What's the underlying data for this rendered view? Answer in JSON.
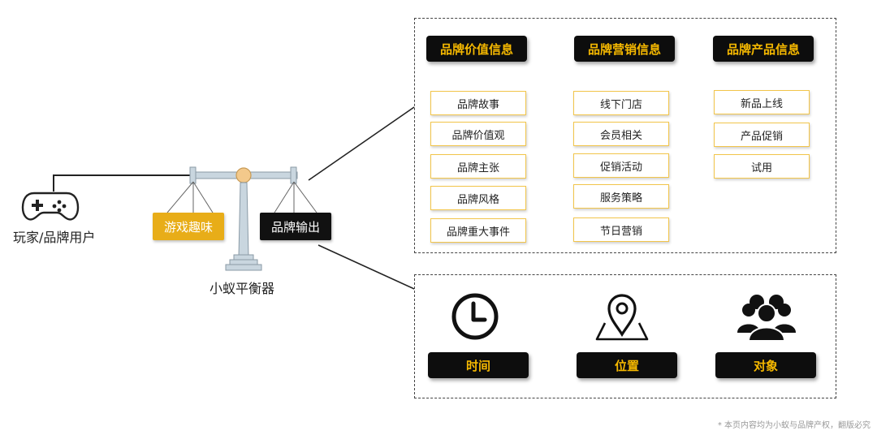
{
  "left": {
    "user_label": "玩家/品牌用户",
    "fun_label": "游戏趣味",
    "output_label": "品牌输出",
    "scale_label": "小蚁平衡器"
  },
  "top_panel": {
    "columns": [
      {
        "header": "品牌价值信息",
        "items": [
          "品牌故事",
          "品牌价值观",
          "品牌主张",
          "品牌风格",
          "品牌重大事件"
        ]
      },
      {
        "header": "品牌营销信息",
        "items": [
          "线下门店",
          "会员相关",
          "促销活动",
          "服务策略",
          "节日营销"
        ]
      },
      {
        "header": "品牌产品信息",
        "items": [
          "新品上线",
          "产品促销",
          "试用"
        ]
      }
    ]
  },
  "bottom_panel": {
    "items": [
      {
        "label": "时间",
        "icon": "clock-icon"
      },
      {
        "label": "位置",
        "icon": "location-pin-icon"
      },
      {
        "label": "对象",
        "icon": "people-group-icon"
      }
    ]
  },
  "footnote": "* 本页内容均为小蚁与品牌产权，翻版必究",
  "colors": {
    "accent_gold": "#f5b800",
    "badge_black": "#0d0d0d",
    "item_border": "#f2c54a",
    "fun_label_bg": "#e8ad18"
  }
}
